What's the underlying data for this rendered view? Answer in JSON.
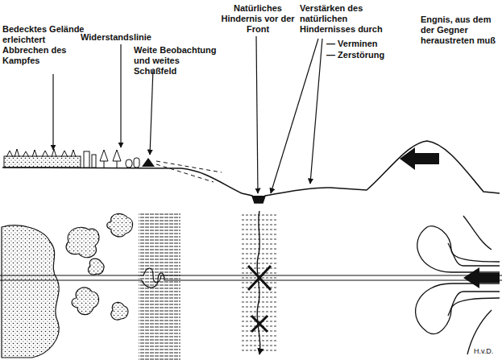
{
  "diagram": {
    "labels": [
      "Bedecktes Gelände erleichtert Abbrechen des Kampfes",
      "Widerstandslinie",
      "Weite Beobachtung und weites Schußfeld",
      "Natürliches Hindernis vor der Front",
      "Verstärken des natürlichen Hindernisses durch",
      "— Verminen",
      "— Zerstörung",
      "Engnis, aus dem der Gegner heraustreten muß",
      "H.v.D."
    ]
  }
}
